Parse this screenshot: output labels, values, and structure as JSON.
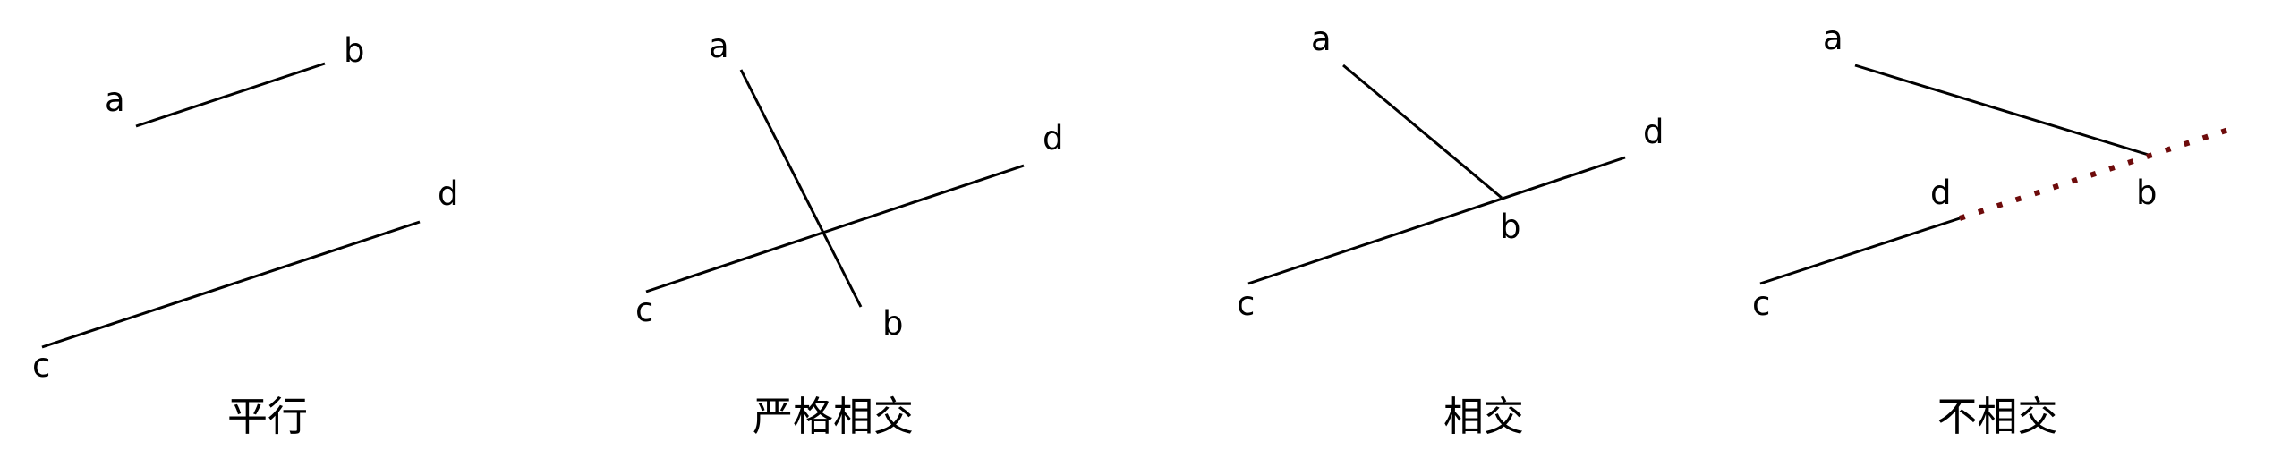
{
  "panels": [
    {
      "caption": "平行",
      "labels": {
        "a": "a",
        "b": "b",
        "c": "c",
        "d": "d"
      }
    },
    {
      "caption": "严格相交",
      "labels": {
        "a": "a",
        "b": "b",
        "c": "c",
        "d": "d"
      }
    },
    {
      "caption": "相交",
      "labels": {
        "a": "a",
        "b": "b",
        "c": "c",
        "d": "d"
      }
    },
    {
      "caption": "不相交",
      "labels": {
        "a": "a",
        "b": "b",
        "c": "c",
        "d": "d"
      }
    }
  ],
  "colors": {
    "line": "#000000",
    "extension": "#6e0b0b"
  }
}
